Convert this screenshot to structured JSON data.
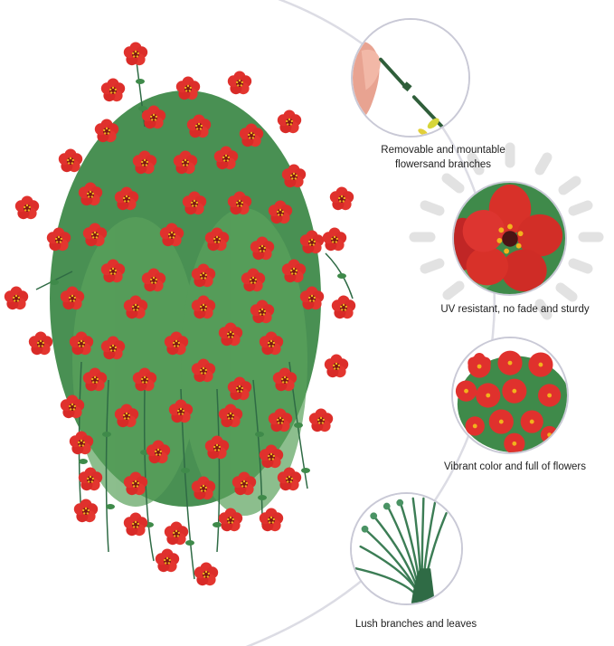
{
  "image": {
    "subject": "Hanging artificial red flowers bouquet with green eucalyptus-like leaves",
    "colors": {
      "background": "#ffffff",
      "petal": "#e0312d",
      "petal_dark": "#b81e1e",
      "stamen": "#f2b21c",
      "leaf": "#3f8a4a",
      "leaf_light": "#6fb56a",
      "stem": "#2f6b45",
      "arc_line": "#dcdce4",
      "circle_border": "#c9c9d6",
      "sun_ray": "#e2e2e2",
      "caption_text": "#222222"
    }
  },
  "features": [
    {
      "id": "removable",
      "icon": "hand-holding-stem-icon",
      "caption_line1": "Removable and mountable",
      "caption_line2": "flowersand branches"
    },
    {
      "id": "uv",
      "icon": "red-flower-closeup-icon",
      "decoration": "sun-rays",
      "caption_line1": "UV resistant, no fade and sturdy"
    },
    {
      "id": "vibrant",
      "icon": "flower-cluster-icon",
      "caption_line1": "Vibrant color and full of flowers"
    },
    {
      "id": "lush",
      "icon": "branch-stems-icon",
      "caption_line1": "Lush branches and leaves"
    }
  ]
}
